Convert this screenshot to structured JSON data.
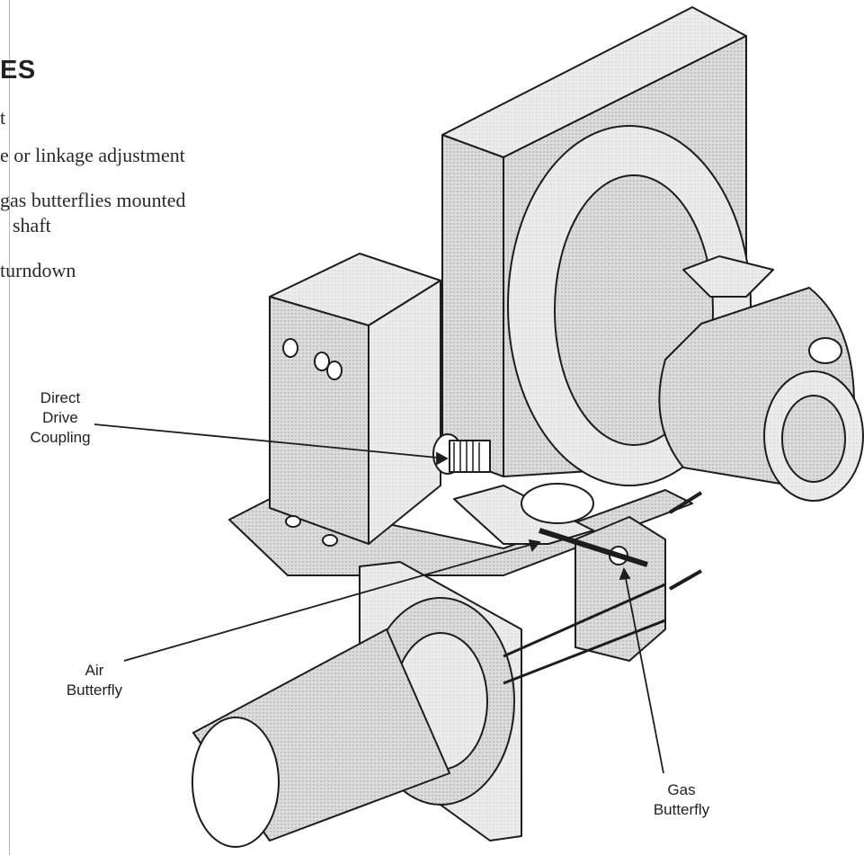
{
  "heading": "ES",
  "bullets": [
    "t",
    "e or linkage adjustment",
    "gas butterflies mounted",
    "shaft",
    "turndown"
  ],
  "callouts": {
    "direct_drive": [
      "Direct",
      "Drive",
      "Coupling"
    ],
    "air_butterfly": [
      "Air",
      "Butterfly"
    ],
    "gas_butterfly": [
      "Gas",
      "Butterfly"
    ]
  },
  "colors": {
    "ink": "#1d1d1d",
    "shade": "#c9c9c9",
    "light": "#e3e3e3",
    "paper": "#ffffff"
  }
}
